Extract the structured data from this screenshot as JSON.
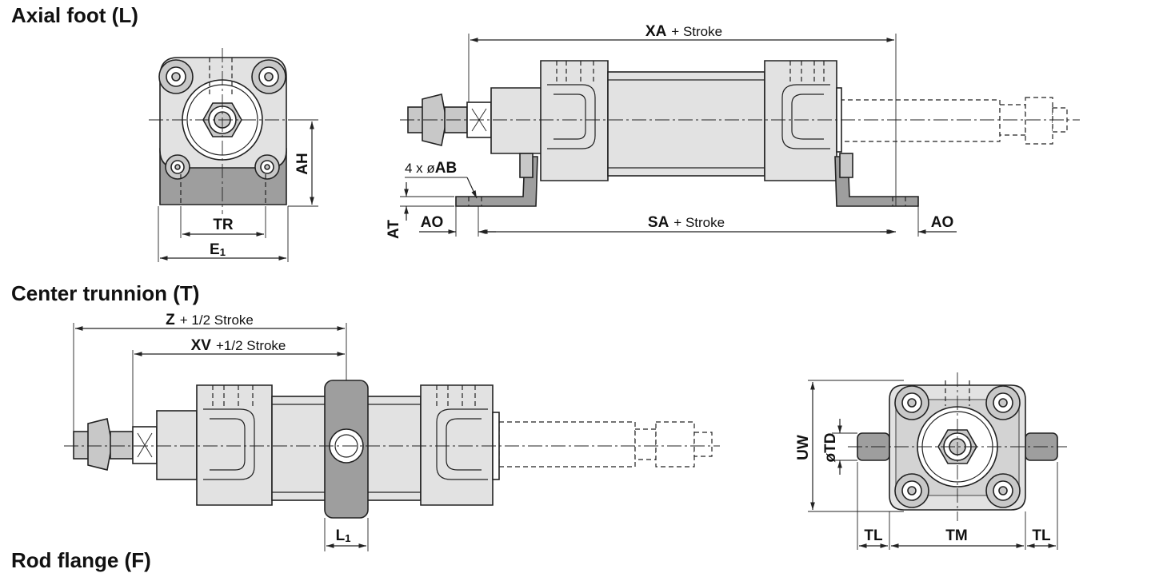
{
  "sections": {
    "axial_foot": {
      "title": "Axial foot (L)"
    },
    "center_trunnion": {
      "title": "Center trunnion (T)"
    },
    "rod_flange": {
      "title": "Rod flange (F)"
    }
  },
  "axial_foot": {
    "end_view": {
      "TR": "TR",
      "E": "E",
      "E_sub": "1",
      "AH": "AH"
    },
    "side_view": {
      "XA": "XA",
      "XA_suffix": "+ Stroke",
      "hole_prefix": "4 x ø",
      "AB": "AB",
      "AT": "AT",
      "AO_left": "AO",
      "AO_right": "AO",
      "SA": "SA",
      "SA_suffix": "+ Stroke"
    }
  },
  "center_trunnion": {
    "side_view": {
      "Z": "Z",
      "Z_suffix": "+ 1/2 Stroke",
      "XV": "XV",
      "XV_suffix": "+1/2 Stroke",
      "L": "L",
      "L_sub": "1"
    },
    "end_view": {
      "UW": "UW",
      "TD": "øTD",
      "TL_left": "TL",
      "TM": "TM",
      "TL_right": "TL"
    }
  }
}
